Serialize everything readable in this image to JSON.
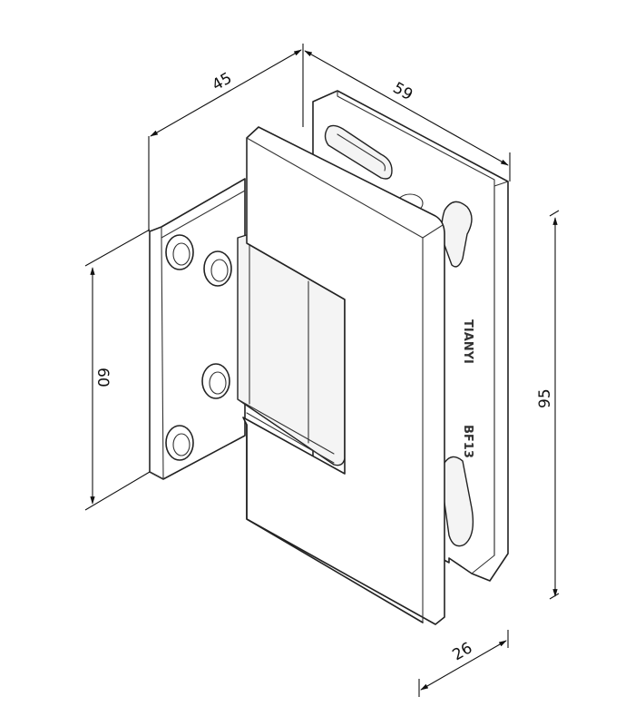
{
  "dimensions": {
    "width_left": "45",
    "width_back": "59",
    "height_wall_plate": "60",
    "height_total": "95",
    "depth": "26"
  },
  "markings": {
    "brand": "TIANYI",
    "code": "BF13"
  }
}
